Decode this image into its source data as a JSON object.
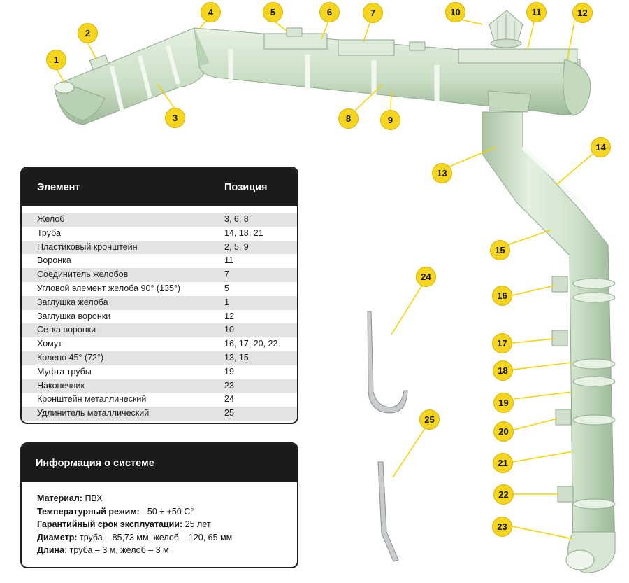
{
  "markers": [
    {
      "id": "1",
      "label": "1"
    },
    {
      "id": "2",
      "label": "2"
    },
    {
      "id": "3",
      "label": "3"
    },
    {
      "id": "4",
      "label": "4"
    },
    {
      "id": "5",
      "label": "5"
    },
    {
      "id": "6",
      "label": "6"
    },
    {
      "id": "7",
      "label": "7"
    },
    {
      "id": "8",
      "label": "8"
    },
    {
      "id": "9",
      "label": "9"
    },
    {
      "id": "10",
      "label": "10"
    },
    {
      "id": "11",
      "label": "11"
    },
    {
      "id": "12",
      "label": "12"
    },
    {
      "id": "13",
      "label": "13"
    },
    {
      "id": "14",
      "label": "14"
    },
    {
      "id": "15",
      "label": "15"
    },
    {
      "id": "16",
      "label": "16"
    },
    {
      "id": "17",
      "label": "17"
    },
    {
      "id": "18",
      "label": "18"
    },
    {
      "id": "19",
      "label": "19"
    },
    {
      "id": "20",
      "label": "20"
    },
    {
      "id": "21",
      "label": "21"
    },
    {
      "id": "22",
      "label": "22"
    },
    {
      "id": "23",
      "label": "23"
    },
    {
      "id": "24",
      "label": "24"
    },
    {
      "id": "25",
      "label": "25"
    }
  ],
  "table": {
    "header": {
      "element": "Элемент",
      "position": "Позиция"
    },
    "rows": [
      {
        "element": "Желоб",
        "position": "3, 6, 8"
      },
      {
        "element": "Труба",
        "position": "14, 18, 21"
      },
      {
        "element": "Пластиковый кронштейн",
        "position": "2, 5, 9"
      },
      {
        "element": "Воронка",
        "position": "11"
      },
      {
        "element": "Соединитель желобов",
        "position": "7"
      },
      {
        "element": "Угловой элемент желоба 90° (135°)",
        "position": "5"
      },
      {
        "element": "Заглушка желоба",
        "position": "1"
      },
      {
        "element": "Заглушка воронки",
        "position": "12"
      },
      {
        "element": "Сетка воронки",
        "position": "10"
      },
      {
        "element": "Хомут",
        "position": "16, 17, 20, 22"
      },
      {
        "element": "Колено 45° (72°)",
        "position": "13, 15"
      },
      {
        "element": "Муфта трубы",
        "position": "19"
      },
      {
        "element": "Наконечник",
        "position": "23"
      },
      {
        "element": "Кронштейн металлический",
        "position": "24"
      },
      {
        "element": "Удлинитель металлический",
        "position": "25"
      }
    ]
  },
  "info": {
    "title": "Информация о системе",
    "lines": [
      {
        "label": "Материал:",
        "value": " ПВХ"
      },
      {
        "label": "Температурный режим:",
        "value": " - 50 ÷ +50 С°"
      },
      {
        "label": "Гарантийный срок эксплуатации:",
        "value": " 25 лет"
      },
      {
        "label": "Диаметр:",
        "value": " труба – 85,73 мм, желоб – 120, 65 мм"
      },
      {
        "label": "Длина:",
        "value": " труба – 3 м, желоб – 3 м"
      }
    ]
  },
  "colors": {
    "pvc": "#cfe3cb",
    "pvc_dark": "#a9c3a4",
    "marker": "#f6d51f",
    "panel": "#1b1b1b",
    "row_alt": "#e3e3e3",
    "metal": "#c9ccce"
  }
}
